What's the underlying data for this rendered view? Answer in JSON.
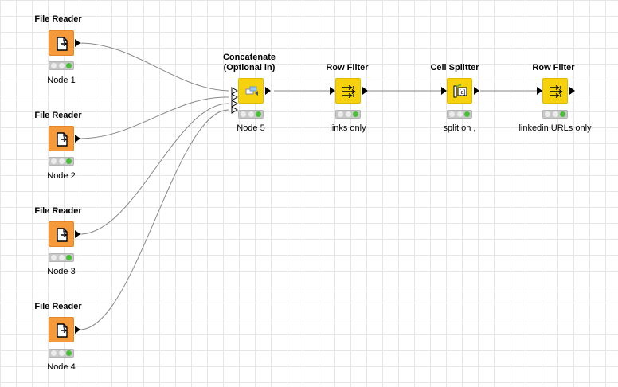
{
  "colors": {
    "reader": "#f49a3c",
    "manipulator": "#f6d10d",
    "status_ok": "#4cbe3c",
    "wire": "#888888"
  },
  "nodes": [
    {
      "id": "n1",
      "title": "File Reader",
      "label": "Node 1",
      "type": "reader",
      "icon": "file-reader-icon"
    },
    {
      "id": "n2",
      "title": "File Reader",
      "label": "Node 2",
      "type": "reader",
      "icon": "file-reader-icon"
    },
    {
      "id": "n3",
      "title": "File Reader",
      "label": "Node 3",
      "type": "reader",
      "icon": "file-reader-icon"
    },
    {
      "id": "n4",
      "title": "File Reader",
      "label": "Node 4",
      "type": "reader",
      "icon": "file-reader-icon"
    },
    {
      "id": "n5",
      "title": "Concatenate\n(Optional in)",
      "title_line1": "Concatenate",
      "title_line2": "(Optional in)",
      "label": "Node 5",
      "type": "manipulator",
      "icon": "concatenate-icon"
    },
    {
      "id": "n6",
      "title": "Row Filter",
      "label": "links only",
      "type": "manipulator",
      "icon": "row-filter-icon"
    },
    {
      "id": "n7",
      "title": "Cell Splitter",
      "label": "split on ,",
      "type": "manipulator",
      "icon": "cell-splitter-icon"
    },
    {
      "id": "n8",
      "title": "Row Filter",
      "label": "linkedin URLs only",
      "type": "manipulator",
      "icon": "row-filter-icon"
    }
  ],
  "connections": [
    {
      "from": "n1",
      "to": "n5",
      "port": 1
    },
    {
      "from": "n2",
      "to": "n5",
      "port": 2
    },
    {
      "from": "n3",
      "to": "n5",
      "port": 3
    },
    {
      "from": "n4",
      "to": "n5",
      "port": 4
    },
    {
      "from": "n5",
      "to": "n6",
      "port": 1
    },
    {
      "from": "n6",
      "to": "n7",
      "port": 1
    },
    {
      "from": "n7",
      "to": "n8",
      "port": 1
    }
  ]
}
